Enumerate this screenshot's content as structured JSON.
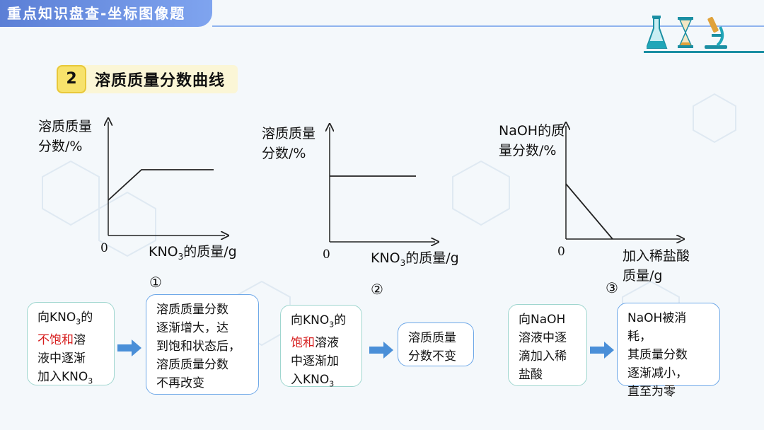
{
  "header": {
    "title": "重点知识盘查-坐标图像题",
    "section_number": "2",
    "section_title": "溶质质量分数曲线"
  },
  "graph1": {
    "ylabel_line1": "溶质质量",
    "ylabel_line2": "分数/%",
    "origin": "0",
    "xlabel_pre": "KNO",
    "xlabel_sub": "3",
    "xlabel_post": "的质量/g",
    "marker": "①"
  },
  "graph2": {
    "ylabel_line1": "溶质质量",
    "ylabel_line2": "分数/%",
    "origin": "0",
    "xlabel_pre": "KNO",
    "xlabel_sub": "3",
    "xlabel_post": "的质量/g",
    "marker": "②"
  },
  "graph3": {
    "ylabel_line1": "NaOH的质",
    "ylabel_line2": "量分数/%",
    "origin": "0",
    "xlabel_line1": "加入稀盐酸",
    "xlabel_line2": "质量/g",
    "marker": "③"
  },
  "boxes": {
    "b1": {
      "l1_pre": "向KNO",
      "l1_sub": "3",
      "l1_post": "的",
      "l2_red": "不饱和",
      "l2_rest": "溶",
      "l3": "液中逐渐",
      "l4_pre": "加入KNO",
      "l4_sub": "3"
    },
    "b2": {
      "l1": "溶质质量分数",
      "l2": "逐渐增大，达",
      "l3": "到饱和状态后，",
      "l4": "溶质质量分数",
      "l5": "不再改变"
    },
    "b3": {
      "l1_pre": "向KNO",
      "l1_sub": "3",
      "l1_post": "的",
      "l2_red": "饱和",
      "l2_rest": "溶液",
      "l3": "中逐渐加",
      "l4_pre": "入KNO",
      "l4_sub": "3"
    },
    "b4": {
      "l1": "溶质质量",
      "l2": "分数不变"
    },
    "b5": {
      "l1": "向NaOH",
      "l2": "溶液中逐",
      "l3": "滴加入稀",
      "l4": "盐酸"
    },
    "b6": {
      "l1": "NaOH被消耗，",
      "l2": "其质量分数",
      "l3": "逐渐减小，",
      "l4": "直至为零"
    }
  },
  "colors": {
    "title_bar": "#5b7fd6",
    "box_border_teal": "#9fd6cf",
    "box_border_blue": "#6ea8e8",
    "arrow": "#4a8fd8",
    "highlight_red": "#d61d1d"
  }
}
